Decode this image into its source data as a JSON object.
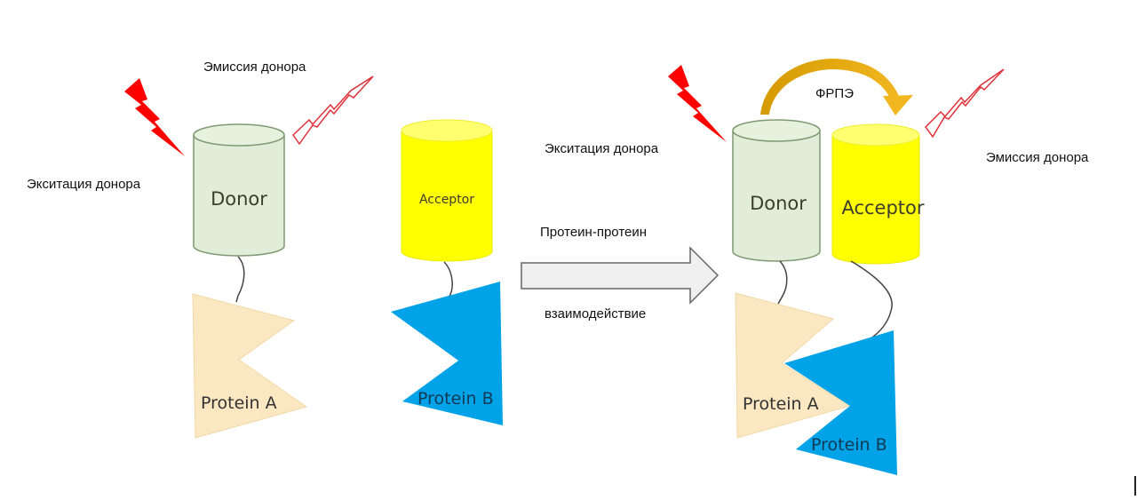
{
  "diagram": {
    "title": "FRET protein-protein interaction scheme",
    "colors": {
      "donor_fill": "#e1edd8",
      "donor_stroke": "#7f9a73",
      "acceptor_fill": "#ffff00",
      "acceptor_top": "#ffff66",
      "protein_a_fill": "#fbe7c1",
      "protein_b_fill": "#00a2e8",
      "excitation_bolt": "#ff0000",
      "emission_bolt_stroke": "#e0303a",
      "fret_arrow": "#e6a800",
      "process_arrow_fill": "#f0f0f0",
      "process_arrow_stroke": "#666666",
      "linker": "#444444"
    },
    "left_state": {
      "excitation_label": "Экситация донора",
      "emission_label": "Эмиссия донора",
      "donor_label": "Donor",
      "acceptor_label": "Acceptor",
      "protein_a_label": "Protein A",
      "protein_b_label": "Protein B"
    },
    "transition": {
      "label_top": "Протеин-протеин",
      "label_bottom": "взаимодействие"
    },
    "right_state": {
      "excitation_label": "Экситация донора",
      "emission_label": "Эмиссия донора",
      "fret_label": "ФРПЭ",
      "donor_label": "Donor",
      "acceptor_label": "Acceptor",
      "protein_a_label": "Protein A",
      "protein_b_label": "Protein B"
    }
  }
}
